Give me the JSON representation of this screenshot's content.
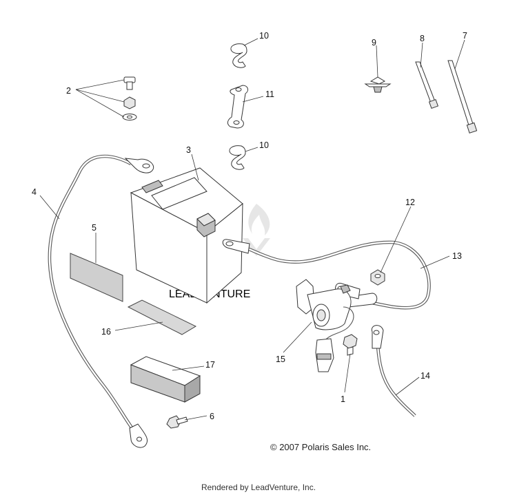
{
  "callouts": [
    {
      "id": "1",
      "label": "1"
    },
    {
      "id": "2",
      "label": "2"
    },
    {
      "id": "3",
      "label": "3"
    },
    {
      "id": "4",
      "label": "4"
    },
    {
      "id": "5",
      "label": "5"
    },
    {
      "id": "6",
      "label": "6"
    },
    {
      "id": "7",
      "label": "7"
    },
    {
      "id": "8",
      "label": "8"
    },
    {
      "id": "9",
      "label": "9"
    },
    {
      "id": "10a",
      "label": "10"
    },
    {
      "id": "10b",
      "label": "10"
    },
    {
      "id": "11",
      "label": "11"
    },
    {
      "id": "12",
      "label": "12"
    },
    {
      "id": "13",
      "label": "13"
    },
    {
      "id": "14",
      "label": "14"
    },
    {
      "id": "15",
      "label": "15"
    },
    {
      "id": "16",
      "label": "16"
    },
    {
      "id": "17",
      "label": "17"
    }
  ],
  "watermark": "LEADVENTURE",
  "copyright": "© 2007 Polaris Sales Inc.",
  "footer": "Rendered by LeadVenture, Inc."
}
